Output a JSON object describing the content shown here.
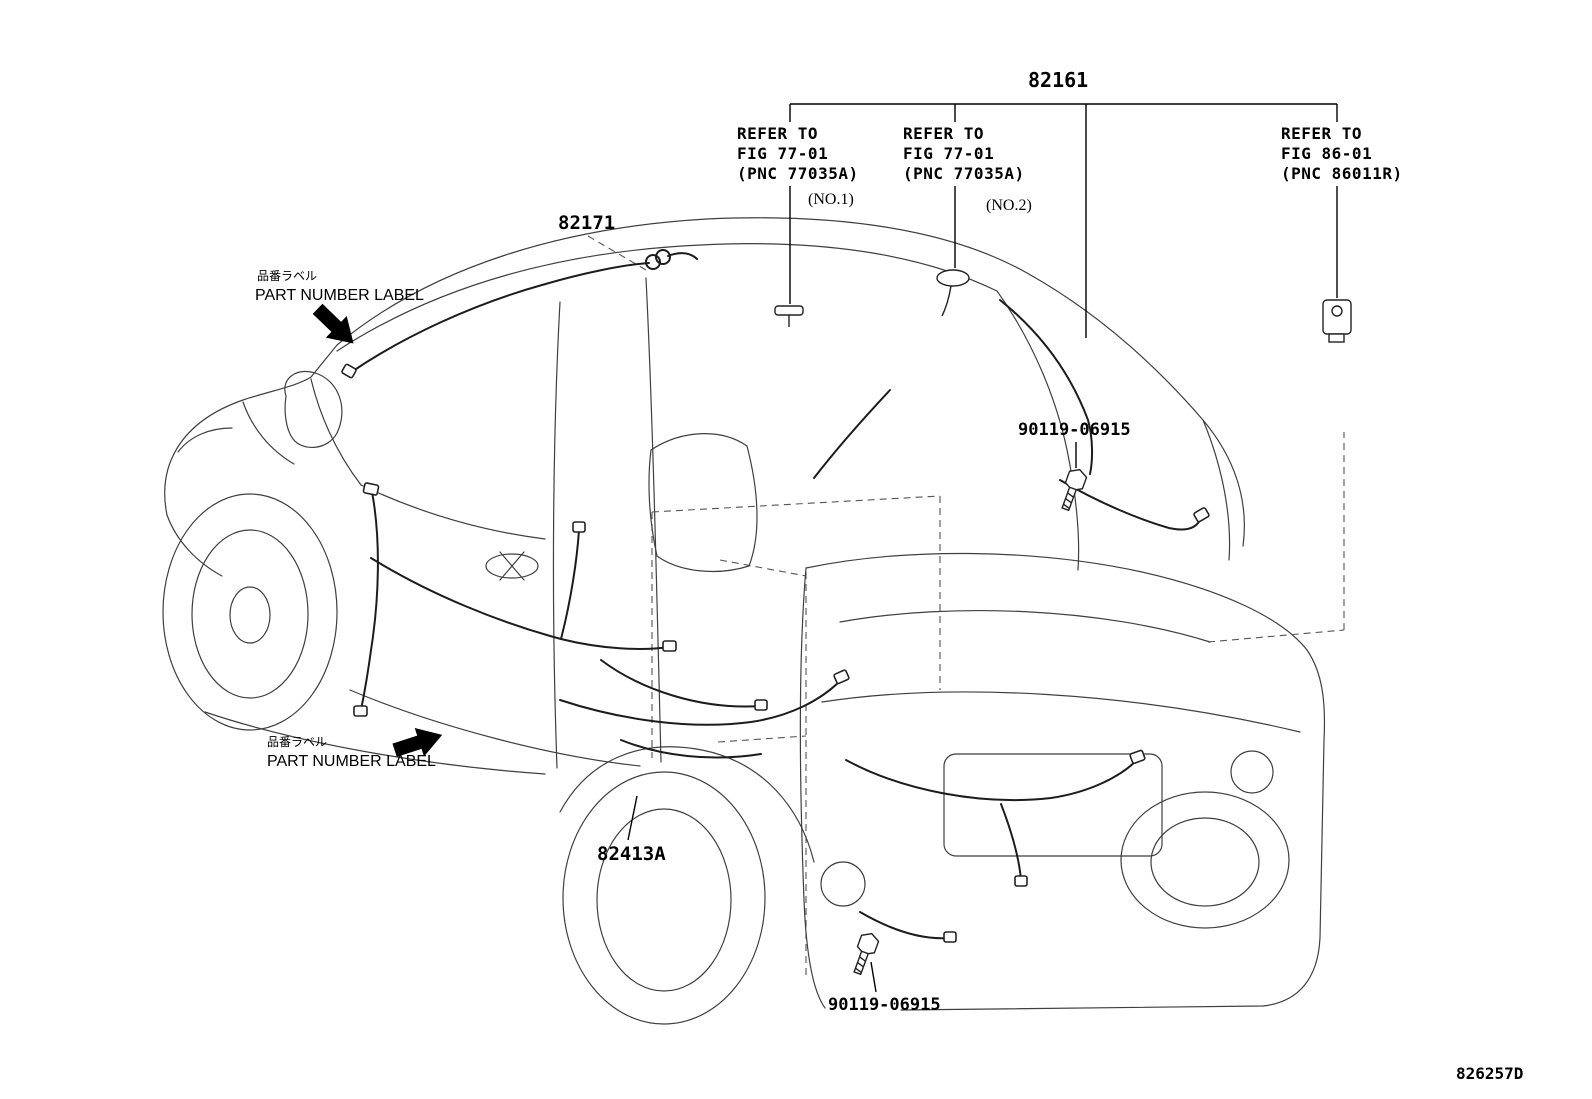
{
  "diagram": {
    "code": "826257D",
    "callouts": {
      "harness_main": "82161",
      "harness_roof": "82171",
      "harness_floor": "82413A",
      "bolt_upper": "90119-06915",
      "bolt_lower": "90119-06915"
    },
    "part_number_labels": {
      "upper": {
        "jp": "品番ラベル",
        "en": "PART NUMBER LABEL"
      },
      "lower": {
        "jp": "品番ラベル",
        "en": "PART NUMBER LABEL"
      }
    },
    "references": [
      {
        "lines": [
          "REFER TO",
          "FIG 77-01",
          "(PNC 77035A)"
        ],
        "note": "(NO.1)"
      },
      {
        "lines": [
          "REFER TO",
          "FIG 77-01",
          "(PNC 77035A)"
        ],
        "note": "(NO.2)"
      },
      {
        "lines": [
          "REFER TO",
          "FIG 86-01",
          "(PNC 86011R)"
        ],
        "note": ""
      }
    ]
  }
}
